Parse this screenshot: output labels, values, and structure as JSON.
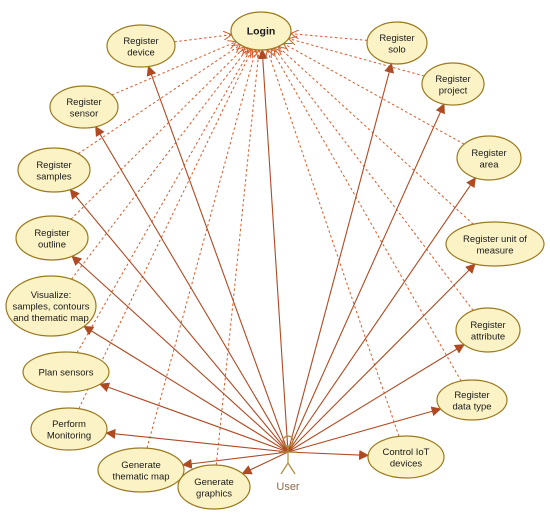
{
  "actor": {
    "name": "User"
  },
  "use_cases": [
    {
      "id": "login",
      "lines": [
        "Login"
      ]
    },
    {
      "id": "register-device",
      "lines": [
        "Register",
        "device"
      ]
    },
    {
      "id": "register-solo",
      "lines": [
        "Register",
        "solo"
      ]
    },
    {
      "id": "register-sensor",
      "lines": [
        "Register",
        "sensor"
      ]
    },
    {
      "id": "register-project",
      "lines": [
        "Register",
        "project"
      ]
    },
    {
      "id": "register-samples",
      "lines": [
        "Register",
        "samples"
      ]
    },
    {
      "id": "register-area",
      "lines": [
        "Register",
        "area"
      ]
    },
    {
      "id": "register-outline",
      "lines": [
        "Register",
        "outline"
      ]
    },
    {
      "id": "register-unit-of-measure",
      "lines": [
        "Register unit of",
        "measure"
      ]
    },
    {
      "id": "visualize",
      "lines": [
        "Visualize:",
        "samples, contours",
        "and thematic map"
      ]
    },
    {
      "id": "register-attribute",
      "lines": [
        "Register",
        "attribute"
      ]
    },
    {
      "id": "plan-sensors",
      "lines": [
        "Plan sensors"
      ]
    },
    {
      "id": "register-data-type",
      "lines": [
        "Register",
        "data type"
      ]
    },
    {
      "id": "perform-monitoring",
      "lines": [
        "Perform",
        "Monitoring"
      ]
    },
    {
      "id": "generate-thematic-map",
      "lines": [
        "Generate",
        "thematic map"
      ]
    },
    {
      "id": "generate-graphics",
      "lines": [
        "Generate",
        "graphics"
      ]
    },
    {
      "id": "control-iot-devices",
      "lines": [
        "Control IoT",
        "devices"
      ]
    }
  ]
}
